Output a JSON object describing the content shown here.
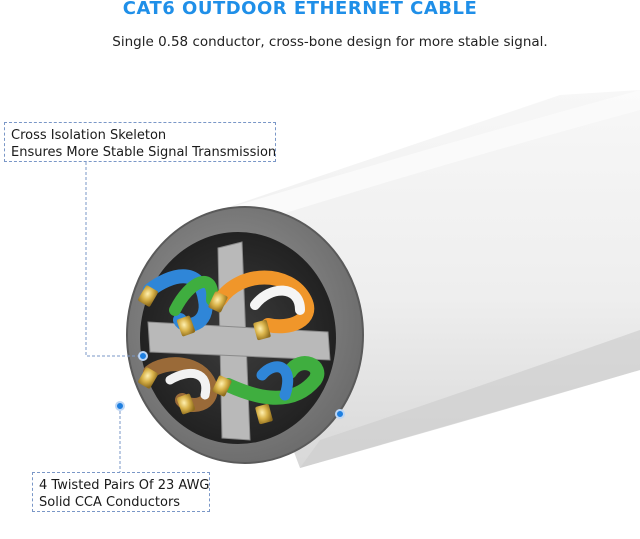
{
  "header": {
    "title": "CAT6 OUTDOOR ETHERNET CABLE",
    "subtitle": "Single 0.58 conductor, cross-bone design for more stable signal."
  },
  "callouts": {
    "skeleton": {
      "line1": "Cross Isolation Skeleton",
      "line2": "Ensures More Stable Signal Transmission"
    },
    "pairs": {
      "line1": "4 Twisted Pairs Of 23 AWG",
      "line2": "Solid CCA Conductors"
    }
  },
  "colors": {
    "title": "#1f8fe8",
    "jacket": "#ededed",
    "marker": "#1e7fe0",
    "pair_blue": "#2f86d8",
    "pair_green": "#3fae3f",
    "pair_orange": "#f0962a",
    "pair_brown": "#9a6a38",
    "conductor": "#d9b34a"
  },
  "product_image": {
    "label": "Cat6 outdoor cable cross-section illustration"
  }
}
